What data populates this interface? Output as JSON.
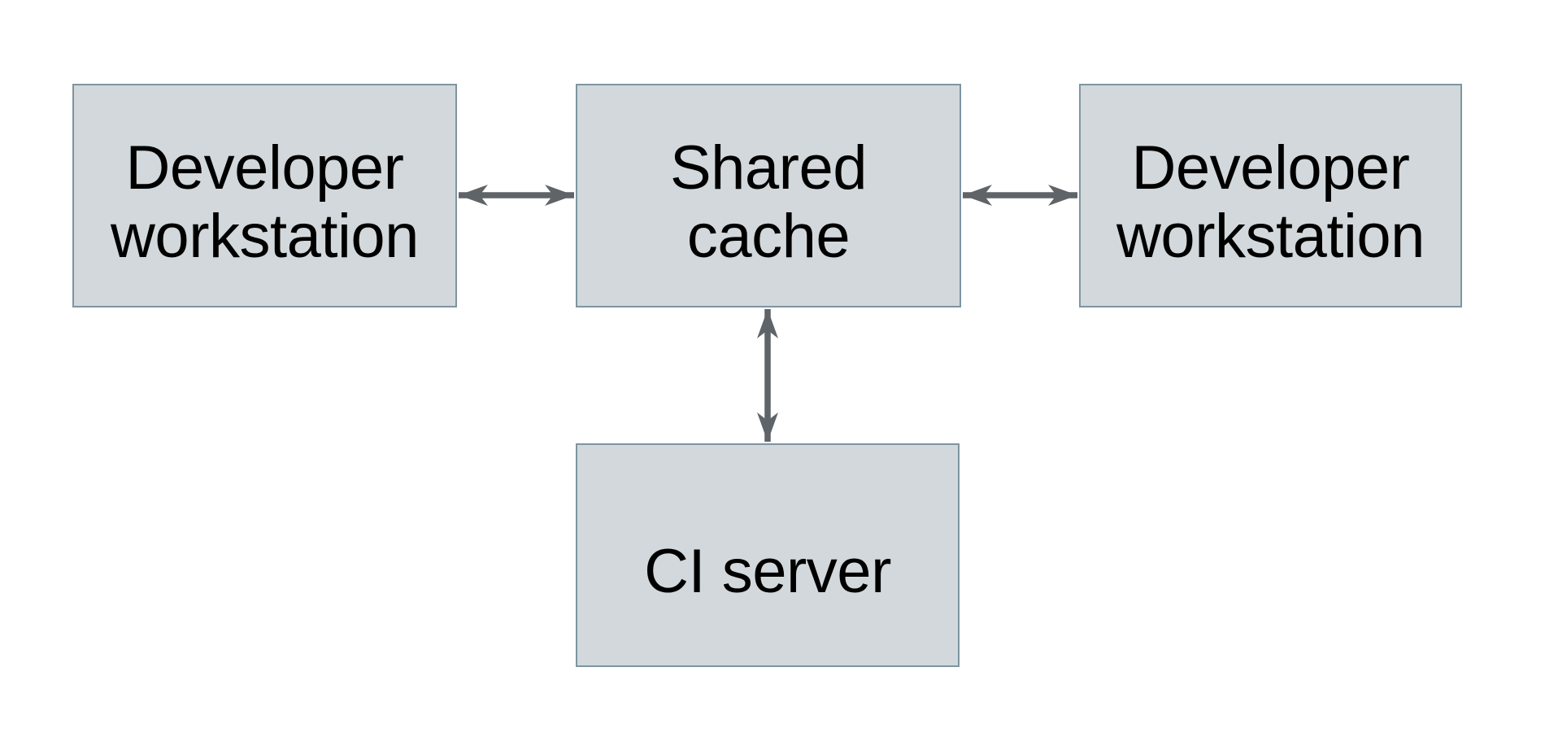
{
  "diagram": {
    "title": "",
    "type": "architecture-diagram",
    "nodes": {
      "dev_left": {
        "label": "Developer\nworkstation"
      },
      "shared_cache": {
        "label": "Shared\ncache"
      },
      "dev_right": {
        "label": "Developer\nworkstation"
      },
      "ci_server": {
        "label": "CI server"
      }
    },
    "edges": [
      {
        "from": "dev_left",
        "to": "shared_cache",
        "direction": "bidirectional",
        "icon": "double-arrow-horizontal"
      },
      {
        "from": "shared_cache",
        "to": "dev_right",
        "direction": "bidirectional",
        "icon": "double-arrow-horizontal"
      },
      {
        "from": "shared_cache",
        "to": "ci_server",
        "direction": "bidirectional",
        "icon": "double-arrow-vertical"
      }
    ],
    "colors": {
      "background": "#ffffff",
      "node_fill": "#d2d8db",
      "node_border": "#7e95a1",
      "arrow": "#5f6468",
      "text": "#000000"
    }
  }
}
